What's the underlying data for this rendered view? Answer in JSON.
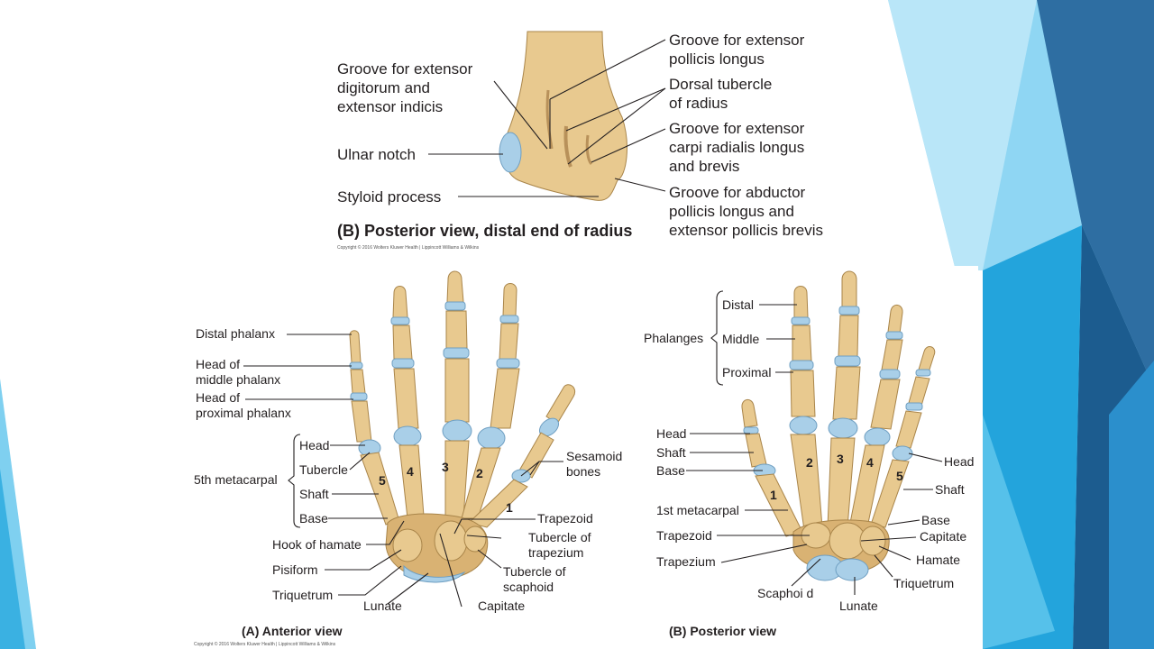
{
  "radius_figure": {
    "labels_left": {
      "groove_ed": [
        "Groove for extensor",
        "digitorum and",
        "extensor indicis"
      ],
      "ulnar_notch": "Ulnar notch",
      "styloid": "Styloid process"
    },
    "labels_right": {
      "groove_epl": [
        "Groove for extensor",
        "pollicis longus"
      ],
      "dorsal_tubercle": [
        "Dorsal tubercle",
        "of radius"
      ],
      "groove_ecr": [
        "Groove for extensor",
        "carpi radialis longus",
        "and brevis"
      ],
      "groove_apl": [
        "Groove for abductor",
        "pollicis longus and",
        "extensor pollicis brevis"
      ]
    },
    "caption": "(B) Posterior view, distal end of radius",
    "copyright": "Copyright © 2016 Wolters Kluwer Health | Lippincott Williams & Wilkins"
  },
  "anterior_figure": {
    "labels": {
      "distal_phalanx": "Distal phalanx",
      "head_middle": [
        "Head of",
        "middle phalanx"
      ],
      "head_proximal": [
        "Head of",
        "proximal phalanx"
      ],
      "fifth_metacarpal": "5th metacarpal",
      "head": "Head",
      "tubercle": "Tubercle",
      "shaft": "Shaft",
      "base": "Base",
      "hook_of_hamate": "Hook of hamate",
      "pisiform": "Pisiform",
      "triquetrum": "Triquetrum",
      "lunate": "Lunate",
      "capitate": "Capitate",
      "sesamoid": [
        "Sesamoid",
        "bones"
      ],
      "trapezoid": "Trapezoid",
      "tubercle_trapezium": [
        "Tubercle of",
        "trapezium"
      ],
      "tubercle_scaphoid": [
        "Tubercle of",
        "scaphoid"
      ]
    },
    "numbers": [
      "5",
      "4",
      "3",
      "2",
      "1"
    ],
    "caption": "(A) Anterior view",
    "copyright": "Copyright © 2016 Wolters Kluwer Health | Lippincott Williams & Wilkins"
  },
  "posterior_figure": {
    "labels": {
      "phalanges": "Phalanges",
      "distal": "Distal",
      "middle": "Middle",
      "proximal": "Proximal",
      "head_left": "Head",
      "shaft_left": "Shaft",
      "base_left": "Base",
      "first_metacarpal": "1st metacarpal",
      "trapezoid": "Trapezoid",
      "trapezium": "Trapezium",
      "scaphoid": "Scaphoi d",
      "lunate": "Lunate",
      "triquetrum": "Triquetrum",
      "hamate": "Hamate",
      "capitate": "Capitate",
      "base_right": "Base",
      "shaft_right": "Shaft",
      "head_right": "Head"
    },
    "numbers": [
      "1",
      "2",
      "3",
      "4",
      "5"
    ],
    "caption": "(B) Posterior view"
  },
  "colors": {
    "bone": "#e8c98f",
    "cartilage": "#a9cfe8",
    "slide_blue_dark": "#1f6fa8",
    "slide_blue_light": "#7fd0f0"
  }
}
